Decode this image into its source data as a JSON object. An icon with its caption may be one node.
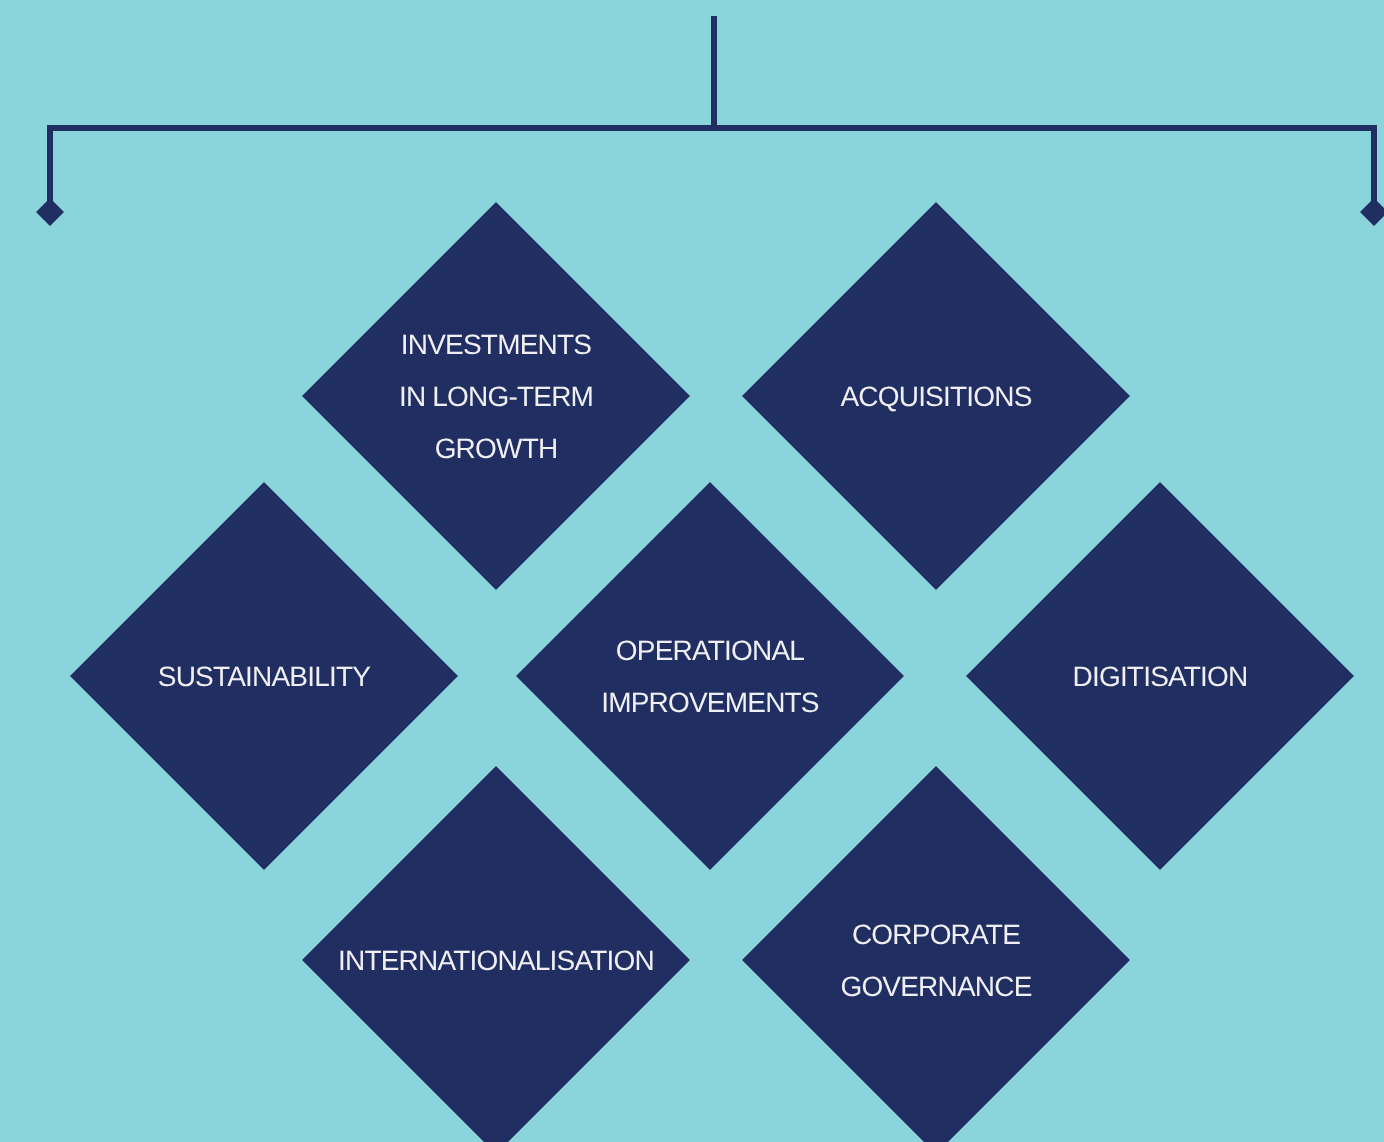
{
  "diagram": {
    "nodes": [
      {
        "text": [
          "INVESTMENTS IN LONG-TERM GROWTH"
        ]
      },
      {
        "text": [
          "ACQUISITIONS"
        ]
      },
      {
        "text": [
          "SUSTAINABILITY"
        ]
      },
      {
        "text": [
          "OPERATIONAL IMPROVEMENTS"
        ]
      },
      {
        "text": [
          "DIGITISATION"
        ]
      },
      {
        "text": [
          "INTERNATIONALISATION"
        ]
      },
      {
        "text": [
          "CORPORATE GOVERNANCE"
        ]
      }
    ]
  }
}
